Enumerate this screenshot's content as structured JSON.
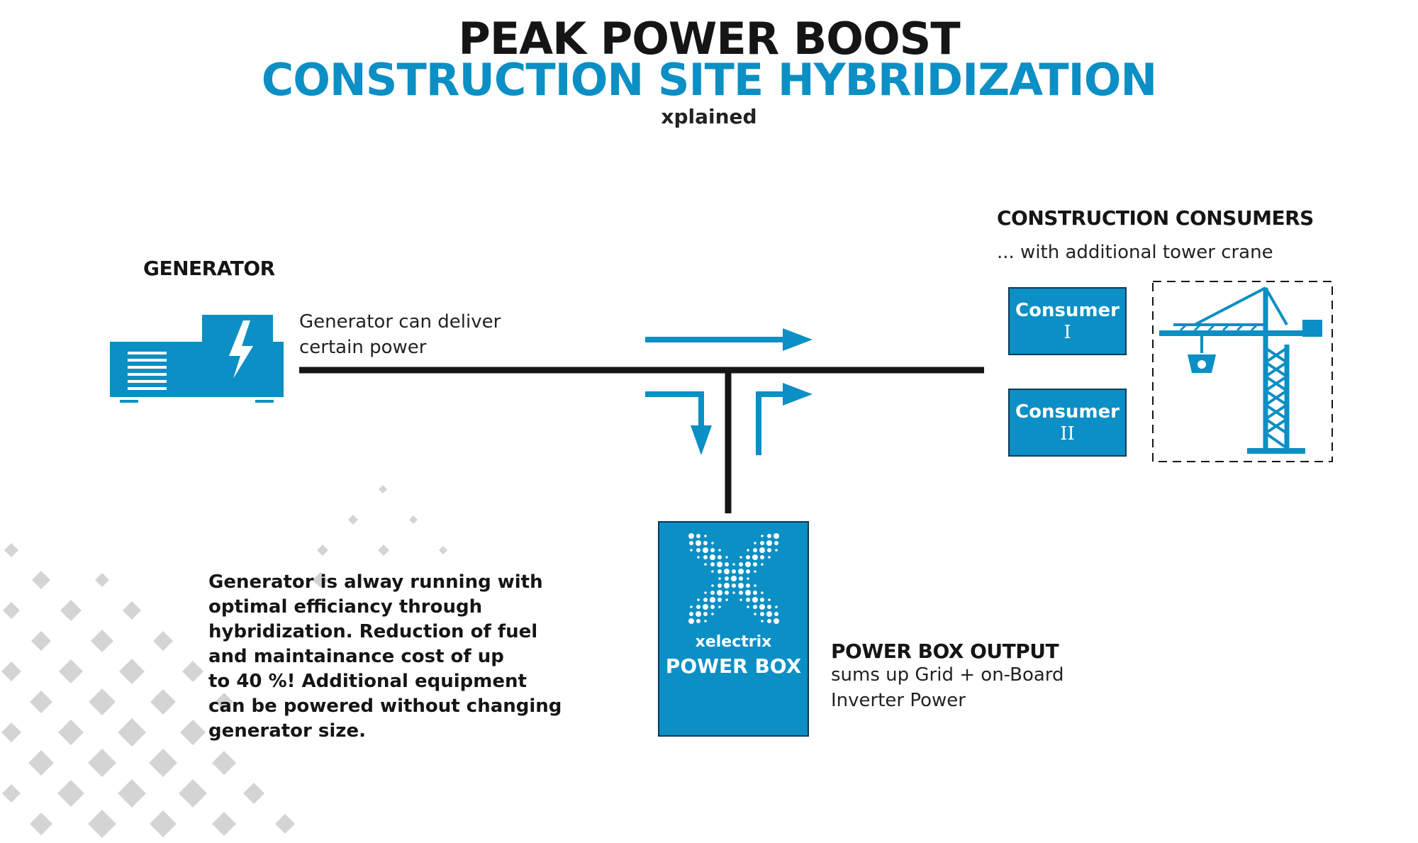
{
  "header": {
    "title": "PEAK POWER BOOST",
    "subtitle": "CONSTRUCTION SITE HYBRIDIZATION",
    "tagline": "xplained"
  },
  "generator": {
    "heading": "GENERATOR",
    "desc_lines": [
      "Generator can deliver",
      "certain power"
    ]
  },
  "consumers": {
    "heading": "CONSTRUCTION CONSUMERS",
    "note": "... with additional tower crane",
    "items": [
      {
        "name": "Consumer",
        "number": "I"
      },
      {
        "name": "Consumer",
        "number": "II"
      }
    ]
  },
  "powerbox": {
    "brand": "xelectrix",
    "label": "POWER BOX",
    "output_heading": "POWER BOX OUTPUT",
    "output_lines": [
      "sums up Grid + on-Board",
      "Inverter Power"
    ]
  },
  "benefit": {
    "lines": [
      "Generator is alway running with",
      "optimal efficiancy through",
      "hybridization. Reduction of fuel",
      "and maintainance cost of up",
      "to 40 %! Additional equipment",
      "can be powered without changing",
      "generator size."
    ]
  },
  "colors": {
    "accent": "#0b8fc4",
    "dark": "#151515",
    "box_border": "#0a3a58",
    "decor_gray": "#d4d4d4"
  },
  "icons": [
    "generator-icon",
    "lightning-icon",
    "tower-crane-icon",
    "xelectrix-x-logo"
  ]
}
